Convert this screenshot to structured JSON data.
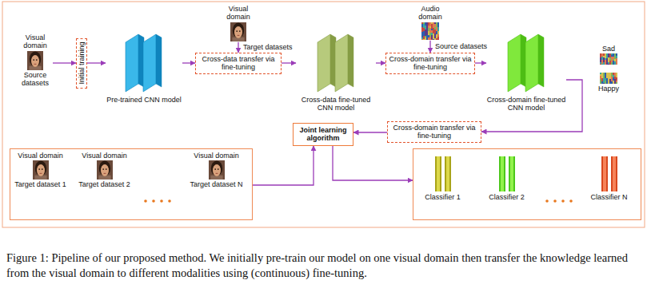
{
  "diagram": {
    "caption": "Figure 1: Pipeline of our proposed method. We initially pre-train our model on one visual domain then transfer the knowledge learned from the visual domain to different modalities using (continuous) fine-tuning.",
    "nodes": [
      {
        "text": [
          "Visual domain",
          "Source datasets"
        ]
      },
      {
        "text": [
          "Initial training"
        ]
      },
      {
        "text": [
          "Pre-trained CNN model"
        ]
      },
      {
        "text": [
          "Visual domain"
        ]
      },
      {
        "text": [
          "Cross-data transfer via fine-tuning"
        ]
      },
      {
        "text": [
          "Cross-data fine-tuned CNN model"
        ]
      },
      {
        "text": [
          "Audio domain"
        ]
      },
      {
        "text": [
          "Cross-domain transfer via fine-tuning"
        ]
      },
      {
        "text": [
          "Cross-domain fine-tuned CNN model"
        ]
      },
      {
        "text": [
          "Sad"
        ]
      },
      {
        "text": [
          "Happy"
        ]
      },
      {
        "text": [
          "Cross-domain transfer via fine-tuning"
        ]
      },
      {
        "text": [
          "Joint learning algorithm"
        ]
      },
      {
        "text": []
      },
      {
        "text": [
          "Visual domain",
          "Target dataset 1"
        ],
        "in": 13
      },
      {
        "text": [
          "Visual domain",
          "Target dataset 2"
        ],
        "in": 13
      },
      {
        "text": [
          "Visual domain",
          "Target dataset N"
        ],
        "in": 13
      },
      {
        "text": []
      },
      {
        "text": [
          "Classifier 1"
        ],
        "in": 17
      },
      {
        "text": [
          "Classifier 2"
        ],
        "in": 17
      },
      {
        "text": [
          "Classifier N"
        ],
        "in": 17
      }
    ],
    "edges": [
      {
        "from": 0,
        "to": 1,
        "arrow": "to"
      },
      {
        "from": 1,
        "to": 2,
        "arrow": "to"
      },
      {
        "from": 2,
        "to": 4,
        "arrow": "to"
      },
      {
        "from": 3,
        "to": 4,
        "label": "Target datasets",
        "arrow": "to"
      },
      {
        "from": 4,
        "to": 5,
        "arrow": "to"
      },
      {
        "from": 5,
        "to": 7,
        "arrow": "to"
      },
      {
        "from": 6,
        "to": 7,
        "label": "Source datasets",
        "arrow": "to"
      },
      {
        "from": 7,
        "to": 8,
        "arrow": "to"
      },
      {
        "from": 8,
        "to": 11,
        "arrow": "to"
      },
      {
        "from": 11,
        "to": 12,
        "arrow": "to"
      },
      {
        "from": 13,
        "to": 12,
        "arrow": "to"
      },
      {
        "from": 12,
        "to": 17,
        "arrow": "to"
      }
    ]
  }
}
